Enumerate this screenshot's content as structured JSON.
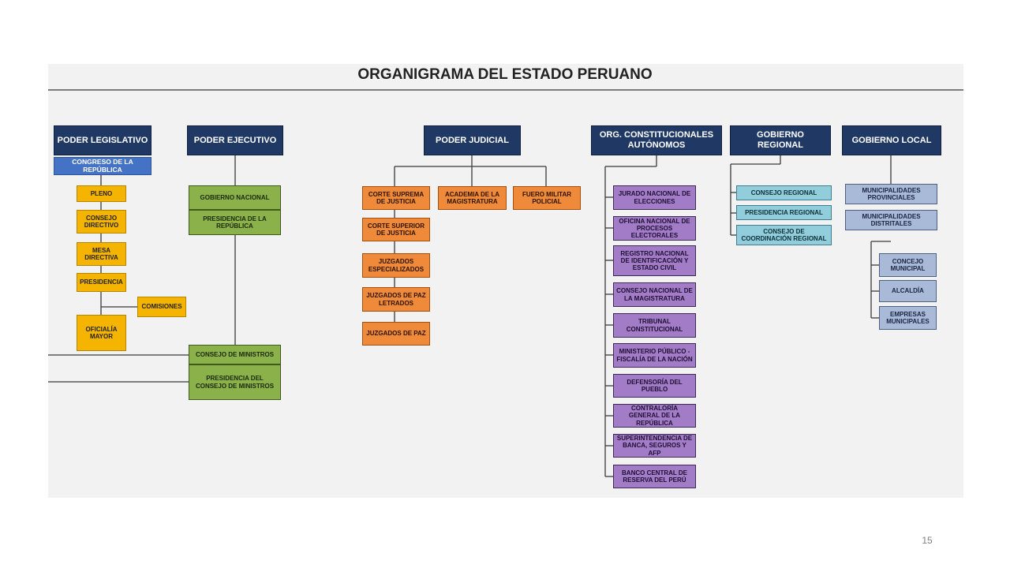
{
  "title": "ORGANIGRAMA DEL ESTADO PERUANO",
  "page_number": "15",
  "legislativo": {
    "header": "PODER LEGISLATIVO",
    "sub": "CONGRESO DE LA REPÚBLICA",
    "items": [
      "PLENO",
      "CONSEJO DIRECTIVO",
      "MESA DIRECTIVA",
      "PRESIDENCIA",
      "COMISIONES",
      "OFICIALÍA MAYOR"
    ]
  },
  "ejecutivo": {
    "header": "PODER EJECUTIVO",
    "items": [
      "GOBIERNO NACIONAL",
      "PRESIDENCIA DE LA REPÚBLICA",
      "CONSEJO DE MINISTROS",
      "PRESIDENCIA DEL CONSEJO DE MINISTROS"
    ]
  },
  "judicial": {
    "header": "PODER JUDICIAL",
    "items": [
      "CORTE SUPREMA DE JUSTICIA",
      "ACADEMIA DE LA MAGISTRATURA",
      "FUERO MILITAR POLICIAL",
      "CORTE SUPERIOR DE JUSTICIA",
      "JUZGADOS ESPECIALIZADOS",
      "JUZGADOS DE PAZ LETRADOS",
      "JUZGADOS DE PAZ"
    ]
  },
  "constitucionales": {
    "header": "ORG. CONSTITUCIONALES AUTÓNOMOS",
    "items": [
      "JURADO NACIONAL DE ELECCIONES",
      "OFICINA NACIONAL DE PROCESOS ELECTORALES",
      "REGISTRO NACIONAL DE IDENTIFICACIÓN Y ESTADO CIVIL",
      "CONSEJO NACIONAL DE LA MAGISTRATURA",
      "TRIBUNAL CONSTITUCIONAL",
      "MINISTERIO PÚBLICO - FISCALÍA DE LA NACIÓN",
      "DEFENSORÍA DEL PUEBLO",
      "CONTRALORÍA GENERAL DE LA REPÚBLICA",
      "SUPERINTENDENCIA DE BANCA, SEGUROS Y AFP",
      "BANCO CENTRAL DE RESERVA DEL PERÚ"
    ]
  },
  "regional": {
    "header": "GOBIERNO REGIONAL",
    "items": [
      "CONSEJO REGIONAL",
      "PRESIDENCIA REGIONAL",
      "CONSEJO DE COORDINACIÓN REGIONAL"
    ]
  },
  "local": {
    "header": "GOBIERNO LOCAL",
    "items": [
      "MUNICIPALIDADES PROVINCIALES",
      "MUNICIPALIDADES DISTRITALES",
      "CONCEJO MUNICIPAL",
      "ALCALDÍA",
      "EMPRESAS MUNICIPALES"
    ]
  }
}
